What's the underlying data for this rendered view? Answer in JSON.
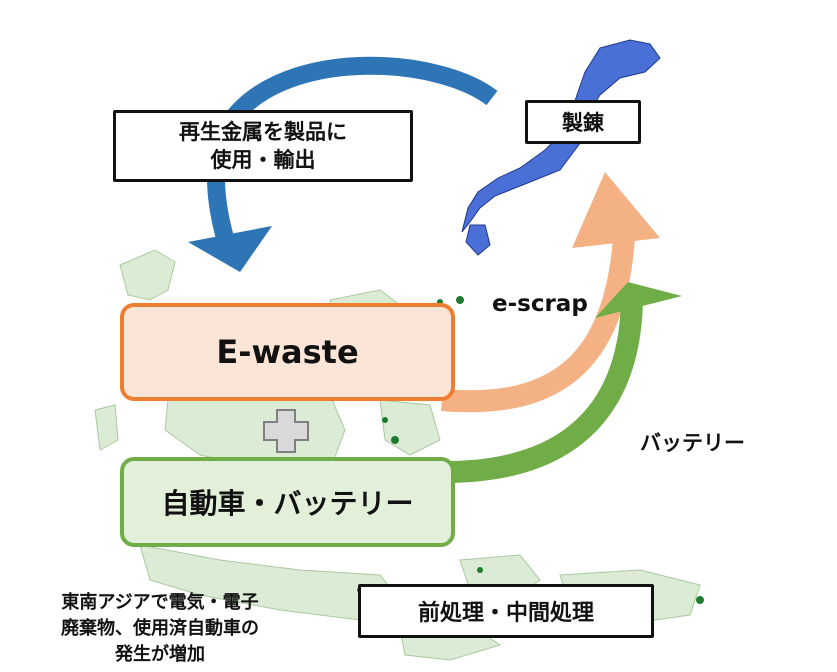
{
  "top_left_box": {
    "line1": "再生金属を製品に",
    "line2": "使用・輸出"
  },
  "smelting_box": "製錬",
  "ewaste_box": "E-waste",
  "vehicle_box": "自動車・バッテリー",
  "escrap_label": "e-scrap",
  "battery_label": "バッテリー",
  "preprocess_box": "前処理・中間処理",
  "bottom_note": {
    "line1": "東南アジアで電気・電子",
    "line2": "廃棄物、使用済自動車の",
    "line3": "発生が増加"
  },
  "colors": {
    "japan": "#4a6fd6",
    "asia_land": "#dcebd6",
    "blue_arrow": "#2e75b6",
    "orange_arrow": "#f4b183",
    "green_arrow": "#70ad47",
    "ewaste_border": "#ed7d31",
    "ewaste_fill": "#fbe5d6",
    "vehicle_border": "#70ad47",
    "vehicle_fill": "#e2f0d9",
    "plus_fill": "#d9d9d9",
    "plus_border": "#7f7f7f"
  }
}
